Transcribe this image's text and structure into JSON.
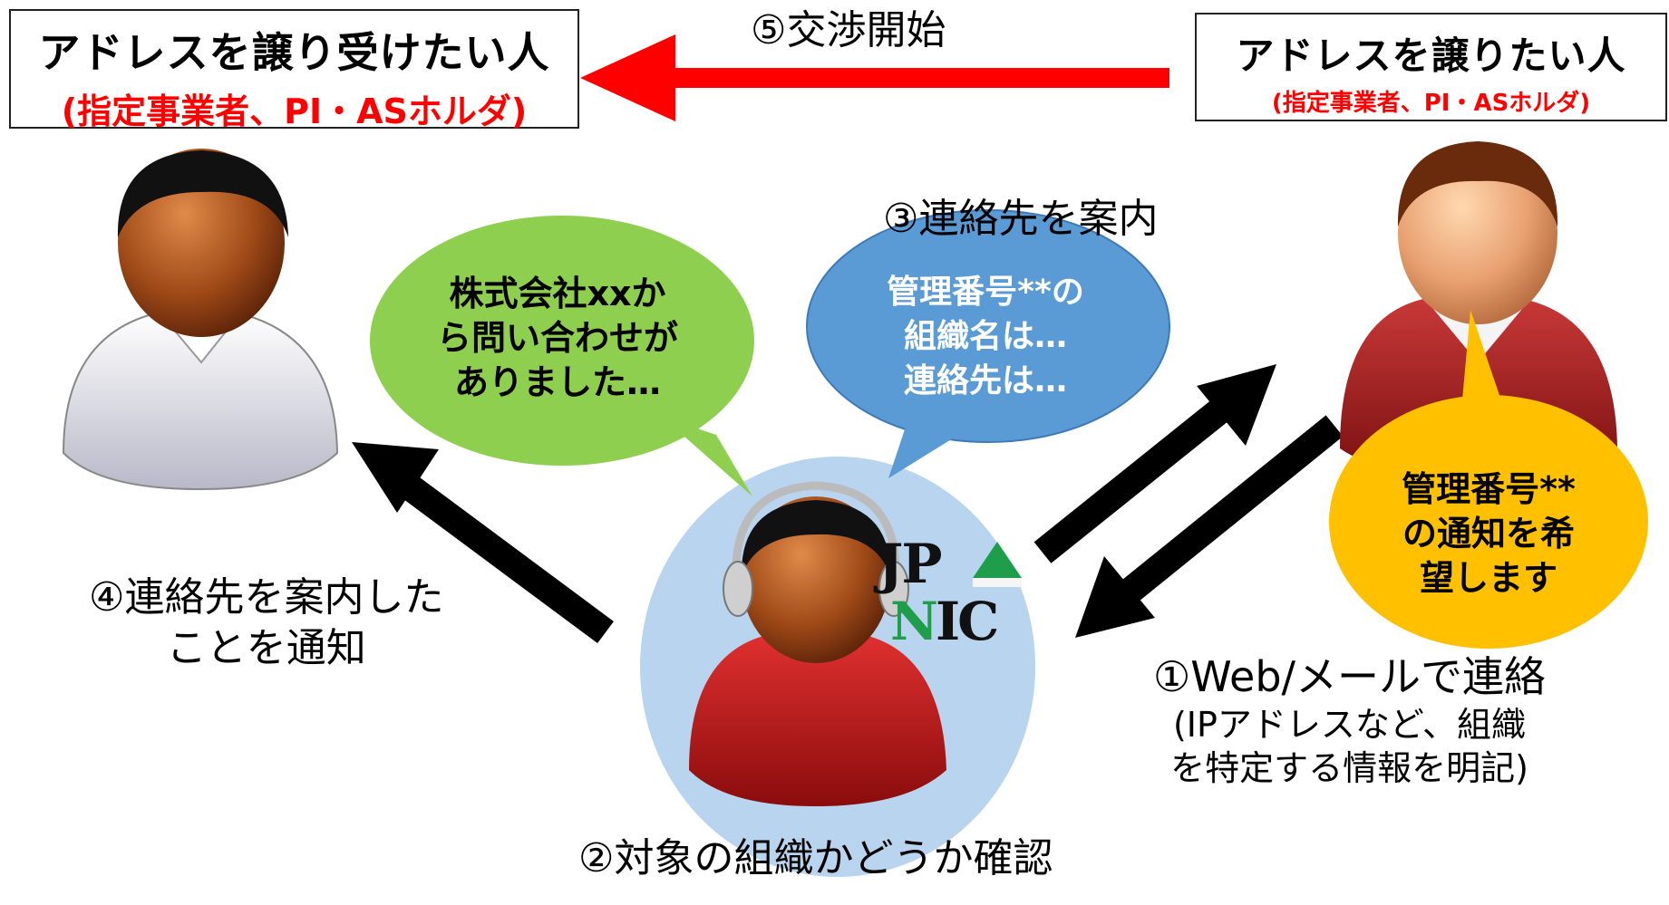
{
  "left_party": {
    "title": "アドレスを譲り受けたい人",
    "subtitle": "(指定事業者、PI・ASホルダ)"
  },
  "right_party": {
    "title": "アドレスを譲りたい人",
    "subtitle": "(指定事業者、PI・ASホルダ)"
  },
  "steps": {
    "step1_title": "①Web/メールで連絡",
    "step1_detail_line1": "(IPアドレスなど、組織",
    "step1_detail_line2": "を特定する情報を明記)",
    "step2": "②対象の組織かどうか確認",
    "step3": "③連絡先を案内",
    "step4_line1": "④連絡先を案内した",
    "step4_line2": "ことを通知",
    "step5": "⑤交渉開始"
  },
  "bubbles": {
    "green": [
      "株式会社xxか",
      "ら問い合わせが",
      "ありました…"
    ],
    "blue": [
      "管理番号**の",
      "組織名は…",
      "連絡先は…"
    ],
    "yellow": [
      "管理番号**",
      "の通知を希",
      "望します"
    ]
  },
  "logo": {
    "text_top": "JP",
    "text_bottom": "NIC"
  },
  "colors": {
    "red_arrow": "#ff0000",
    "black_arrow": "#000000",
    "green_bubble": "#8ecf4f",
    "blue_bubble": "#5b9bd5",
    "yellow_bubble": "#ffc000",
    "jpnic_circle": "#b8d4ee",
    "subtitle_red": "#ff0000"
  }
}
